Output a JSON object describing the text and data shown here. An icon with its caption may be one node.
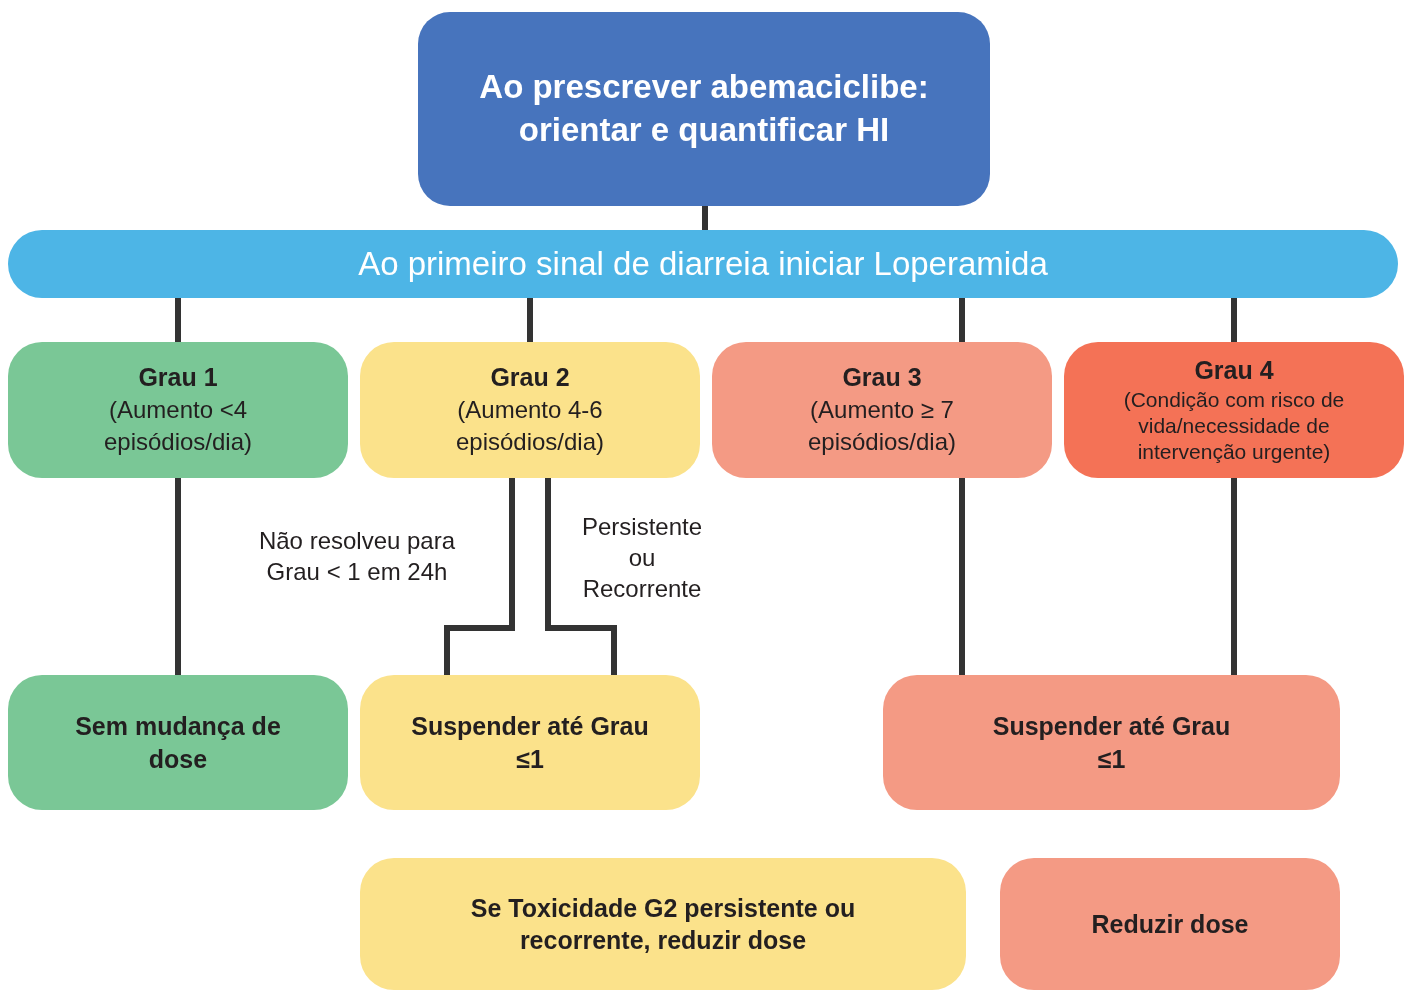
{
  "diagram": {
    "nodes": [
      {
        "text": [
          "Ao prescrever abemaciclibe: orientar e quantificar HI"
        ]
      },
      {
        "text": [
          "Ao primeiro sinal de diarreia iniciar Loperamida"
        ]
      },
      {
        "text": [
          "Grau 1",
          "(Aumento <4 episódios/dia)"
        ]
      },
      {
        "text": [
          "Grau 2",
          "(Aumento 4-6 episódios/dia)"
        ]
      },
      {
        "text": [
          "Grau 3",
          "(Aumento ≥ 7 episódios/dia)"
        ]
      },
      {
        "text": [
          "Grau 4",
          "(Condição com risco de vida/necessidade de intervenção urgente)"
        ]
      },
      {
        "text": [
          "Sem mudança de dose"
        ]
      },
      {
        "text": [
          "Suspender até Grau ≤1"
        ]
      },
      {
        "text": [
          "Suspender até Grau ≤1"
        ]
      },
      {
        "text": [
          "Se Toxicidade G2 persistente ou recorrente, reduzir dose"
        ]
      },
      {
        "text": [
          "Reduzir dose"
        ]
      }
    ],
    "edges": [
      {
        "from": 0,
        "to": 1,
        "arrow": "none"
      },
      {
        "from": 1,
        "to": 2,
        "arrow": "none"
      },
      {
        "from": 1,
        "to": 3,
        "arrow": "none"
      },
      {
        "from": 1,
        "to": 4,
        "arrow": "none"
      },
      {
        "from": 1,
        "to": 5,
        "arrow": "none"
      },
      {
        "from": 2,
        "to": 6,
        "arrow": "none"
      },
      {
        "from": 3,
        "to": 7,
        "arrow": "none",
        "label": "Não resolveu para Grau < 1 em 24h"
      },
      {
        "from": 3,
        "to": 7,
        "arrow": "none",
        "label": "Persistente ou Recorrente"
      },
      {
        "from": 4,
        "to": 8,
        "arrow": "none"
      },
      {
        "from": 5,
        "to": 8,
        "arrow": "none"
      }
    ]
  }
}
